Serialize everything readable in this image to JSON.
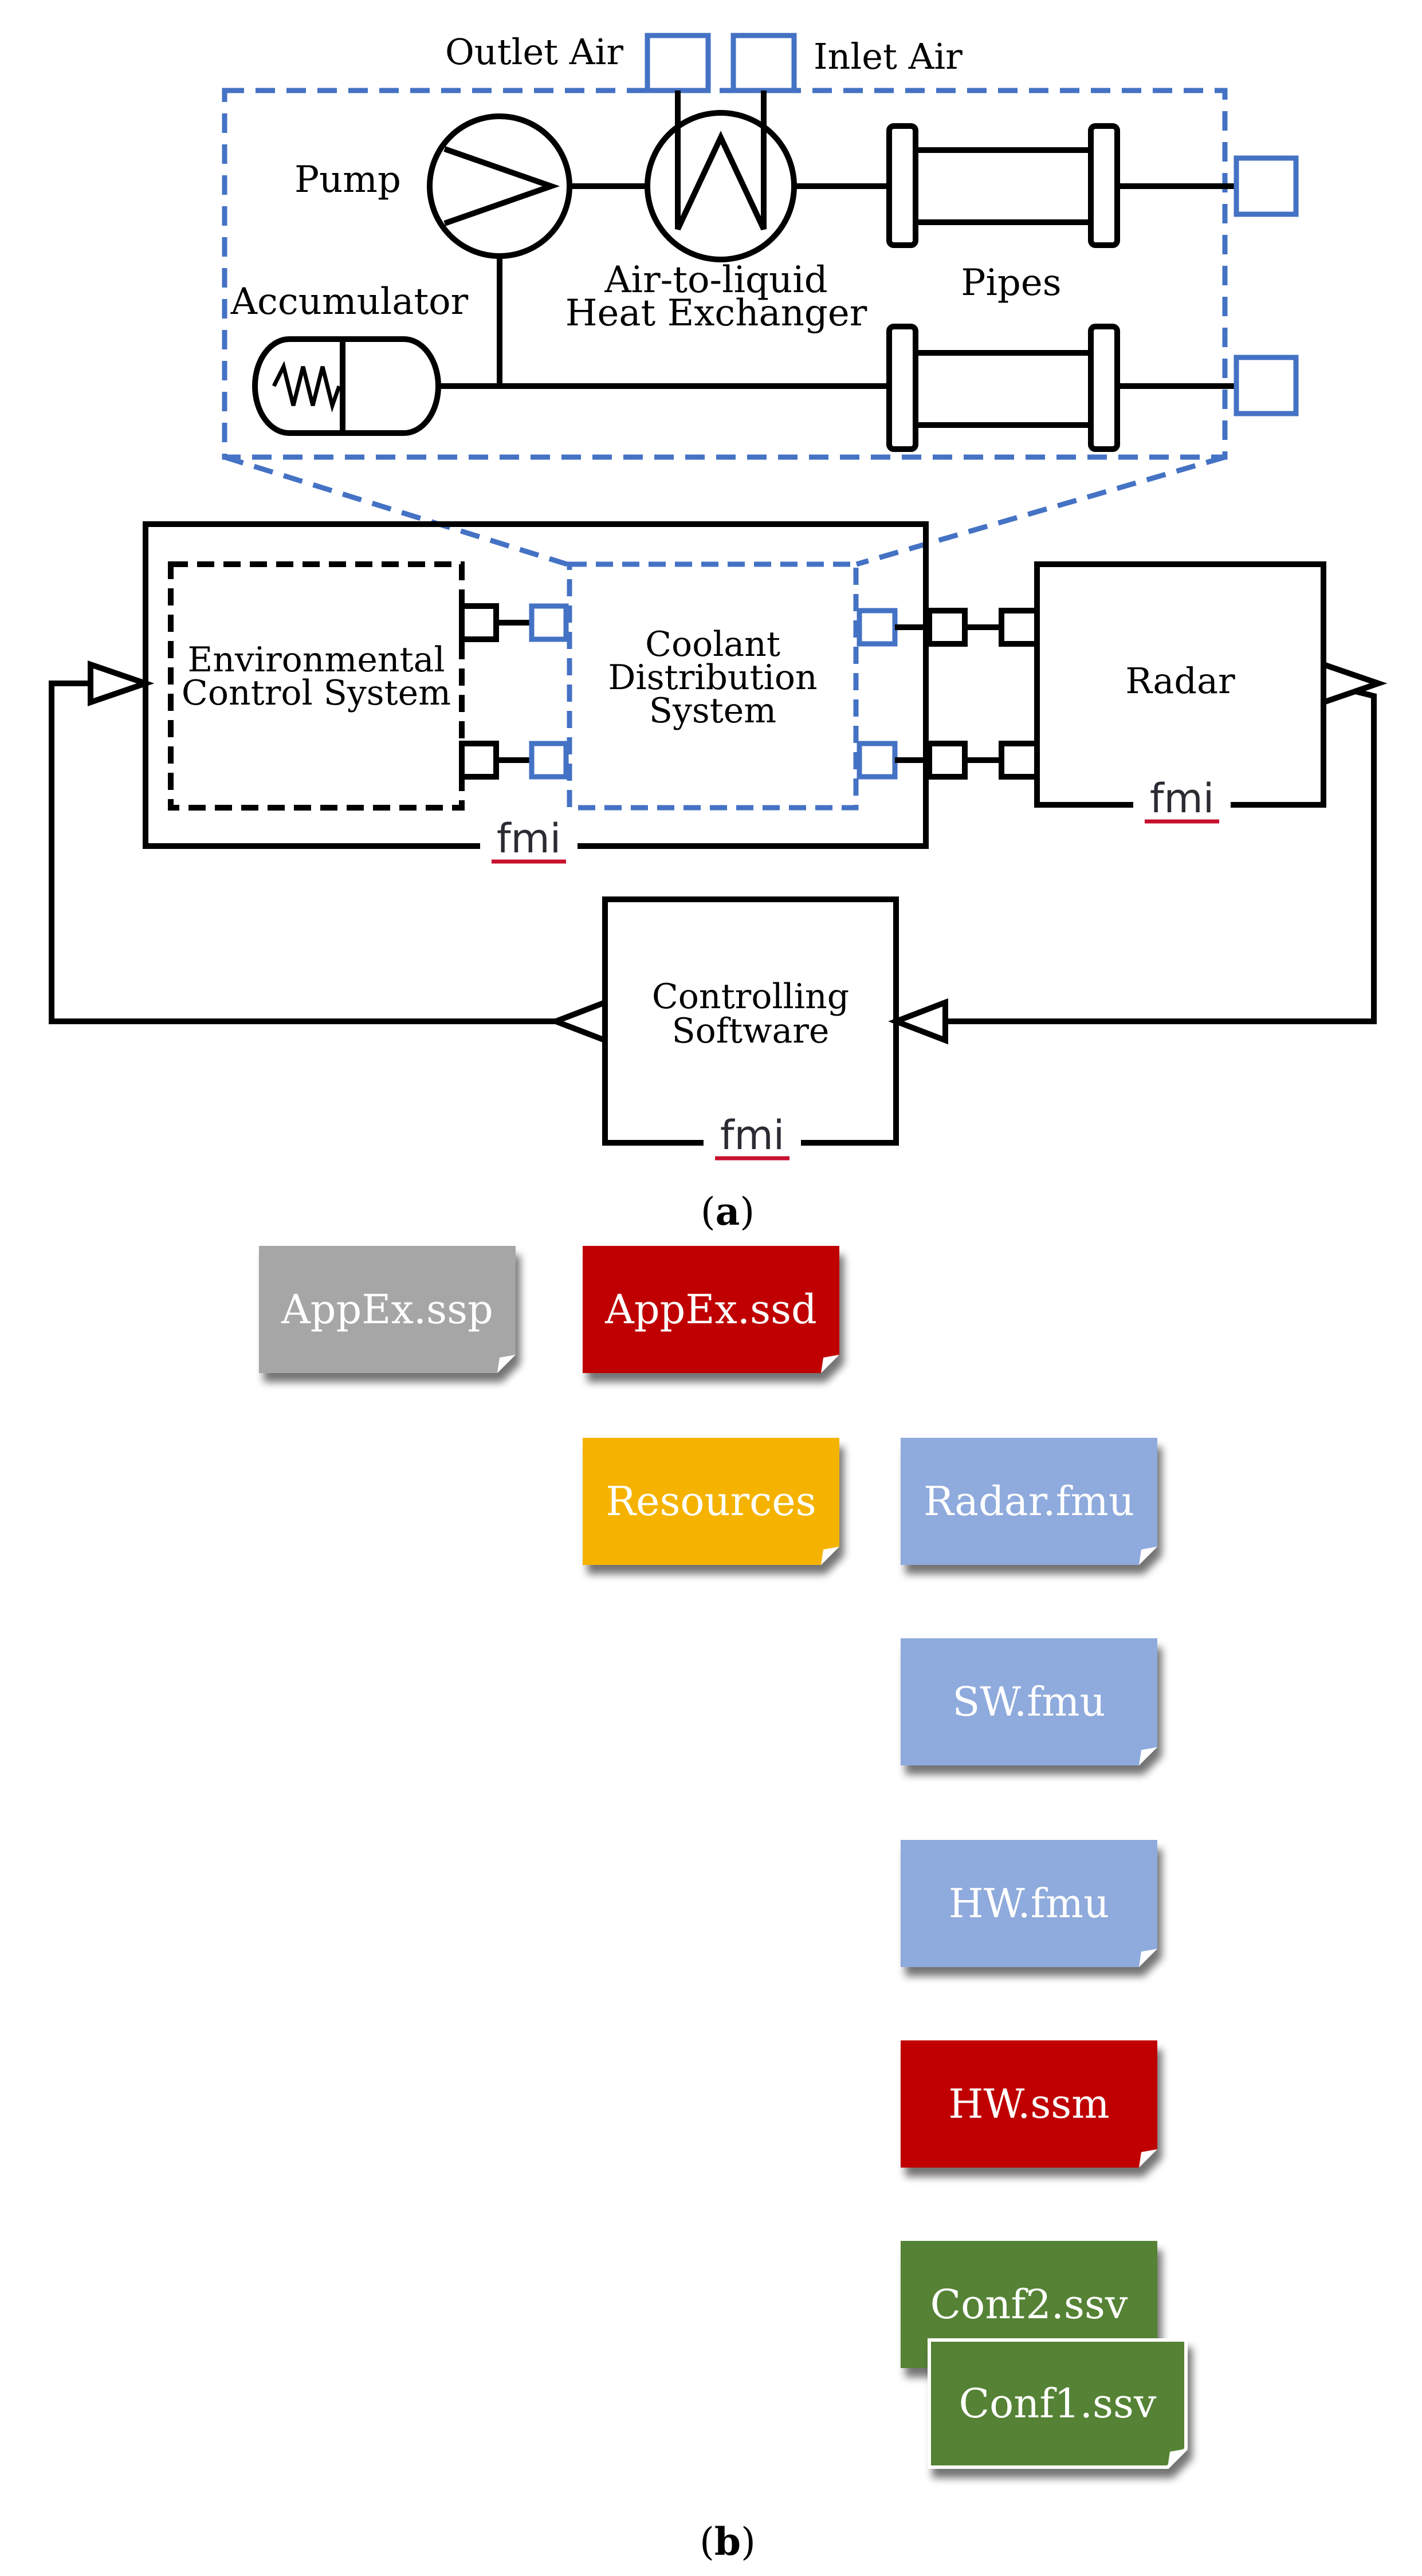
{
  "diagram_a": {
    "labels": {
      "outlet_air": "Outlet Air",
      "inlet_air": "Inlet Air",
      "pump": "Pump",
      "accumulator": "Accumulator",
      "hx_line1": "Air-to-liquid",
      "hx_line2": "Heat Exchanger",
      "pipes": "Pipes",
      "ecs_line1": "Environmental",
      "ecs_line2": "Control System",
      "cds_line1": "Coolant",
      "cds_line2": "Distribution",
      "cds_line3": "System",
      "radar": "Radar",
      "sw_line1": "Controlling",
      "sw_line2": "Software",
      "fmi": "fmi"
    },
    "caption_open": "(",
    "caption_letter": "a",
    "caption_close": ")"
  },
  "diagram_b": {
    "files": {
      "appex_ssp": "AppEx.ssp",
      "appex_ssd": "AppEx.ssd",
      "resources": "Resources",
      "radar_fmu": "Radar.fmu",
      "sw_fmu": "SW.fmu",
      "hw_fmu": "HW.fmu",
      "hw_ssm": "HW.ssm",
      "conf2_ssv": "Conf2.ssv",
      "conf1_ssv": "Conf1.ssv"
    },
    "caption_open": "(",
    "caption_letter": "b",
    "caption_close": ")"
  },
  "colors": {
    "accent_blue": "#4472c4",
    "grey": "#a6a6a6",
    "red": "#c00000",
    "orange": "#f5b301",
    "light_blue": "#8faadc",
    "green": "#548235",
    "fmi_red": "#c8102e"
  }
}
